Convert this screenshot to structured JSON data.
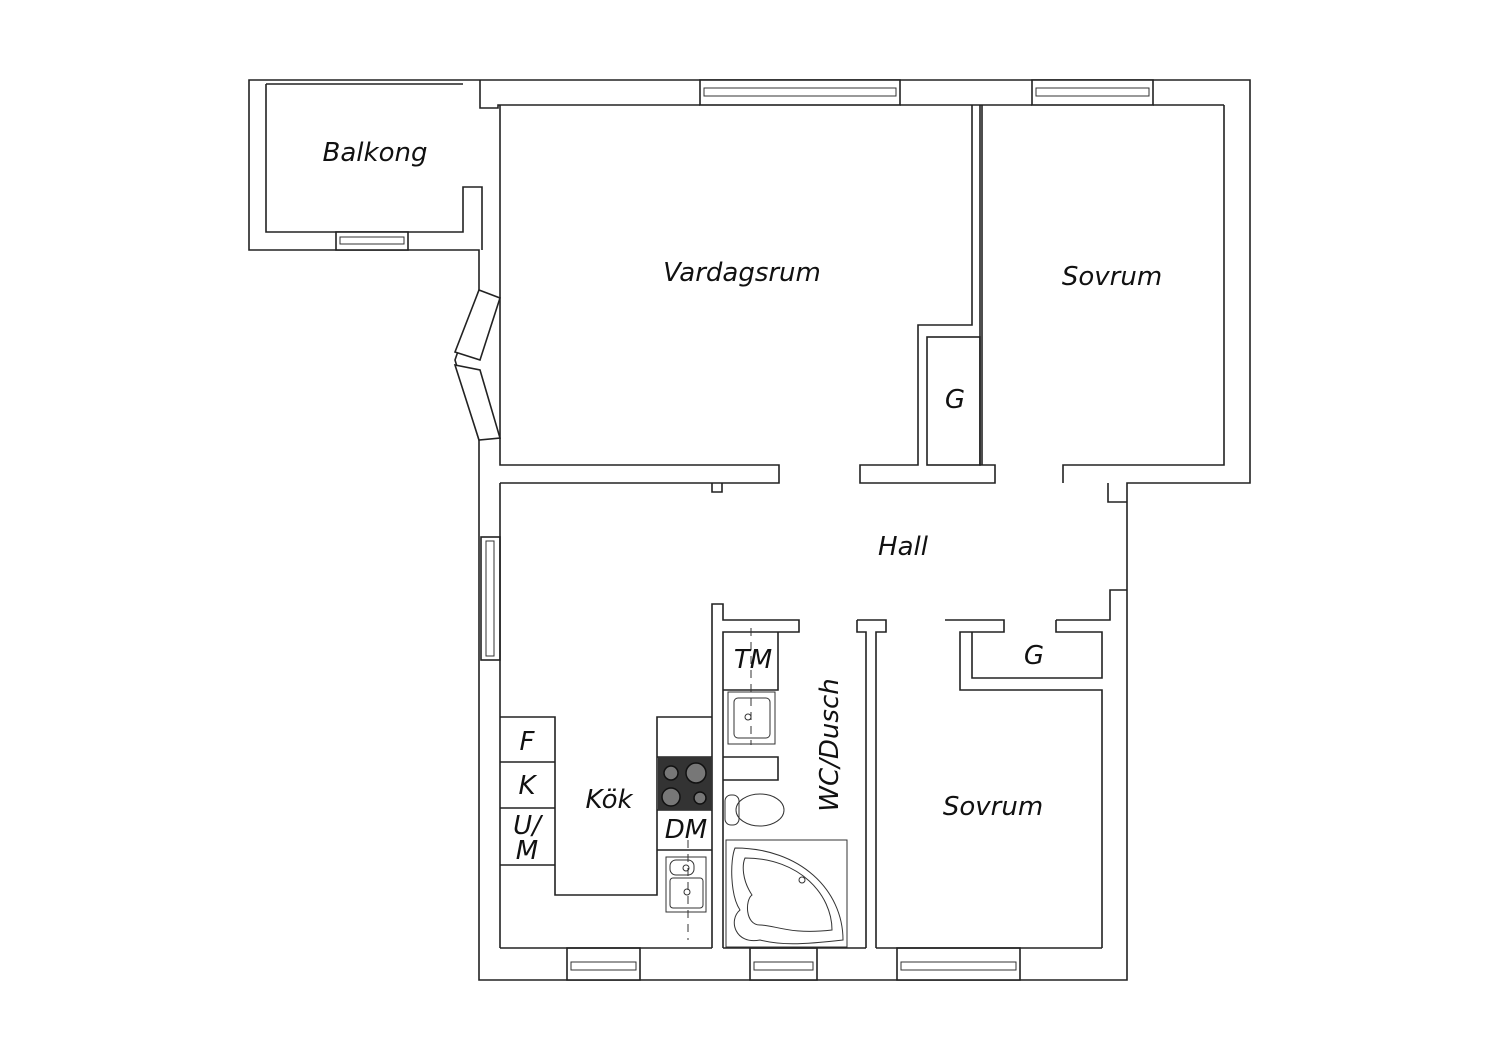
{
  "rooms": {
    "balcony": "Balkong",
    "living_room": "Vardagsrum",
    "bedroom_1": "Sovrum",
    "closet_1": "G",
    "hall": "Hall",
    "closet_2": "G",
    "bedroom_2": "Sovrum",
    "kitchen": "Kök",
    "bathroom": "WC/Dusch"
  },
  "fixtures": {
    "fridge": "F",
    "freezer": "K",
    "oven_microwave_line1": "U/",
    "oven_microwave_line2": "M",
    "dishwasher": "DM",
    "washing_machine": "TM"
  }
}
